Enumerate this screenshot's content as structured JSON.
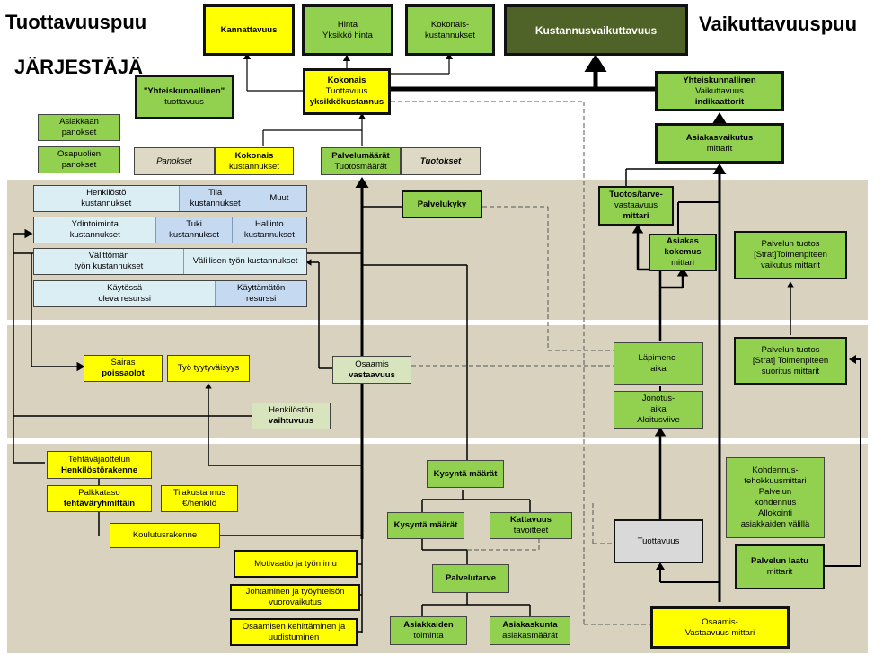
{
  "titles": {
    "left": "Tuottavuuspuu",
    "right": "Vaikuttavuuspuu",
    "organizer": "JÄRJESTÄJÄ"
  },
  "top": {
    "kannattavuus": "Kannattavuus",
    "hinta_1": "Hinta",
    "hinta_2": "Yksikkö hinta",
    "kok_kust_1": "Kokonais-",
    "kok_kust_2": "kustannukset",
    "kustannusvaikuttavuus": "Kustannusvaikuttavuus"
  },
  "center": {
    "kokonais_1": "Kokonais",
    "kokonais_2": "Tuottavuus",
    "kokonais_3": "yksikkökustannus",
    "yht_tuott_1": "\"Yhteiskunnallinen\"",
    "yht_tuott_2": "tuottavuus",
    "asiakkaan_1": "Asiakkaan",
    "asiakkaan_2": "panokset",
    "osapuolien_1": "Osapuolien",
    "osapuolien_2": "panokset",
    "panokset": "Panokset",
    "kok_kust2_1": "Kokonais",
    "kok_kust2_2": "kustannukset",
    "palvelumaarat_1": "Palvelumäärät",
    "palvelumaarat_2": "Tuotosmäärät",
    "tuotokset": "Tuotokset",
    "palvelukyky": "Palvelukyky"
  },
  "cost_rows": [
    [
      [
        "Henkilöstö",
        "kustannukset"
      ],
      [
        "Tila",
        "kustannukset"
      ],
      [
        "Muut"
      ]
    ],
    [
      [
        "Ydintoiminta",
        "kustannukset"
      ],
      [
        "Tuki",
        "kustannukset"
      ],
      [
        "Hallinto",
        "kustannukset"
      ]
    ],
    [
      [
        "Välittömän",
        "työn kustannukset"
      ],
      [
        "Välillisen työn kustannukset"
      ]
    ],
    [
      [
        "Käytössä",
        "oleva resurssi"
      ],
      [
        "Käyttämätön",
        "resurssi"
      ]
    ]
  ],
  "middle": {
    "sairas_1": "Sairas",
    "sairas_2": "poissaolot",
    "tyytyvaisyys": "Työ tyytyväisyys",
    "osaamis_1": "Osaamis",
    "osaamis_2": "vastaavuus",
    "vaihtuvuus_1": "Henkilöstön",
    "vaihtuvuus_2": "vaihtuvuus"
  },
  "bottom": {
    "tehtava_1": "Tehtäväjaottelun",
    "tehtava_2": "Henkilöstörakenne",
    "palkkataso_1": "Palkkataso",
    "palkkataso_2": "tehtäväryhmittäin",
    "tilakust_1": "Tilakustannus",
    "tilakust_2": "€/henkilö",
    "koulutus": "Koulutusrakenne",
    "motivaatio": "Motivaatio ja työn imu",
    "johtaminen_1": "Johtaminen ja työyhteisön",
    "johtaminen_2": "vuorovaikutus",
    "kehittaminen_1": "Osaamisen kehittäminen ja",
    "kehittaminen_2": "uudistuminen",
    "kysynta": "Kysyntä määrät",
    "kysynta2": "Kysyntä määrät",
    "kattavuus_1": "Kattavuus",
    "kattavuus_2": "tavoitteet",
    "palvelutarve": "Palvelutarve",
    "asiakkaiden_1": "Asiakkaiden",
    "asiakkaiden_2": "toiminta",
    "asiakaskunta_1": "Asiakaskunta",
    "asiakaskunta_2": "asiakasmäärät"
  },
  "right": {
    "yht_vaik_1": "Yhteiskunnallinen",
    "yht_vaik_2": "Vaikuttavuus",
    "yht_vaik_3": "indikaattorit",
    "asvaik_1": "Asiakasvaikutus",
    "asvaik_2": "mittarit",
    "tuotos_1": "Tuotos/tarve-",
    "tuotos_2": "vastaavuus",
    "tuotos_3": "mittari",
    "kokemus_1": "Asiakas",
    "kokemus_2": "kokemus",
    "kokemus_3": "mittari",
    "pt_vaik_1": "Palvelun tuotos",
    "pt_vaik_2": "[Strat]Toimenpiteen",
    "pt_vaik_3": "vaikutus mittarit",
    "lapimeno_1": "Läpimeno-",
    "lapimeno_2": "aika",
    "pt_suor_1": "Palvelun tuotos",
    "pt_suor_2": "[Strat] Toimenpiteen",
    "pt_suor_3": "suoritus mittarit",
    "jonotus_1": "Jonotus-",
    "jonotus_2": "aika",
    "jonotus_3": "Aloitusviive",
    "kohdennus_1": "Kohdennus-",
    "kohdennus_2": "tehokkuusmittari",
    "kohdennus_3": "Palvelun",
    "kohdennus_4": "kohdennus",
    "kohdennus_5": "Allokointi",
    "kohdennus_6": "asiakkaiden välillä",
    "tuottavuus": "Tuottavuus",
    "laatu_1": "Palvelun laatu",
    "laatu_2": "mittarit",
    "osaamis_vast_1": "Osaamis-",
    "osaamis_vast_2": "Vastaavuus mittari"
  }
}
